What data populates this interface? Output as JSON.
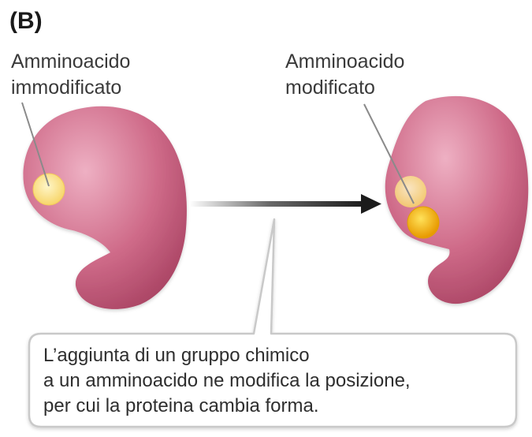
{
  "panel_label": "(B)",
  "left_label": [
    "Amminoacido",
    "immodificato"
  ],
  "right_label": [
    "Amminoacido",
    "modificato"
  ],
  "caption": [
    "L’aggiunta di un gruppo chimico",
    "a un amminoacido ne modifica la posizione,",
    "per cui la proteina cambia forma."
  ],
  "colors": {
    "protein_light": "#e9a3b8",
    "protein_mid": "#c8607f",
    "protein_dark": "#9c3a58",
    "amino_unmodified": "#fde89a",
    "amino_modified": "#f6b400",
    "arrow": "#1c1c1c",
    "leader_line": "#8a8a8a",
    "callout_border": "#c9c9c9"
  },
  "icons": [
    "protein-shape-unmodified",
    "protein-shape-modified",
    "right-arrow"
  ]
}
